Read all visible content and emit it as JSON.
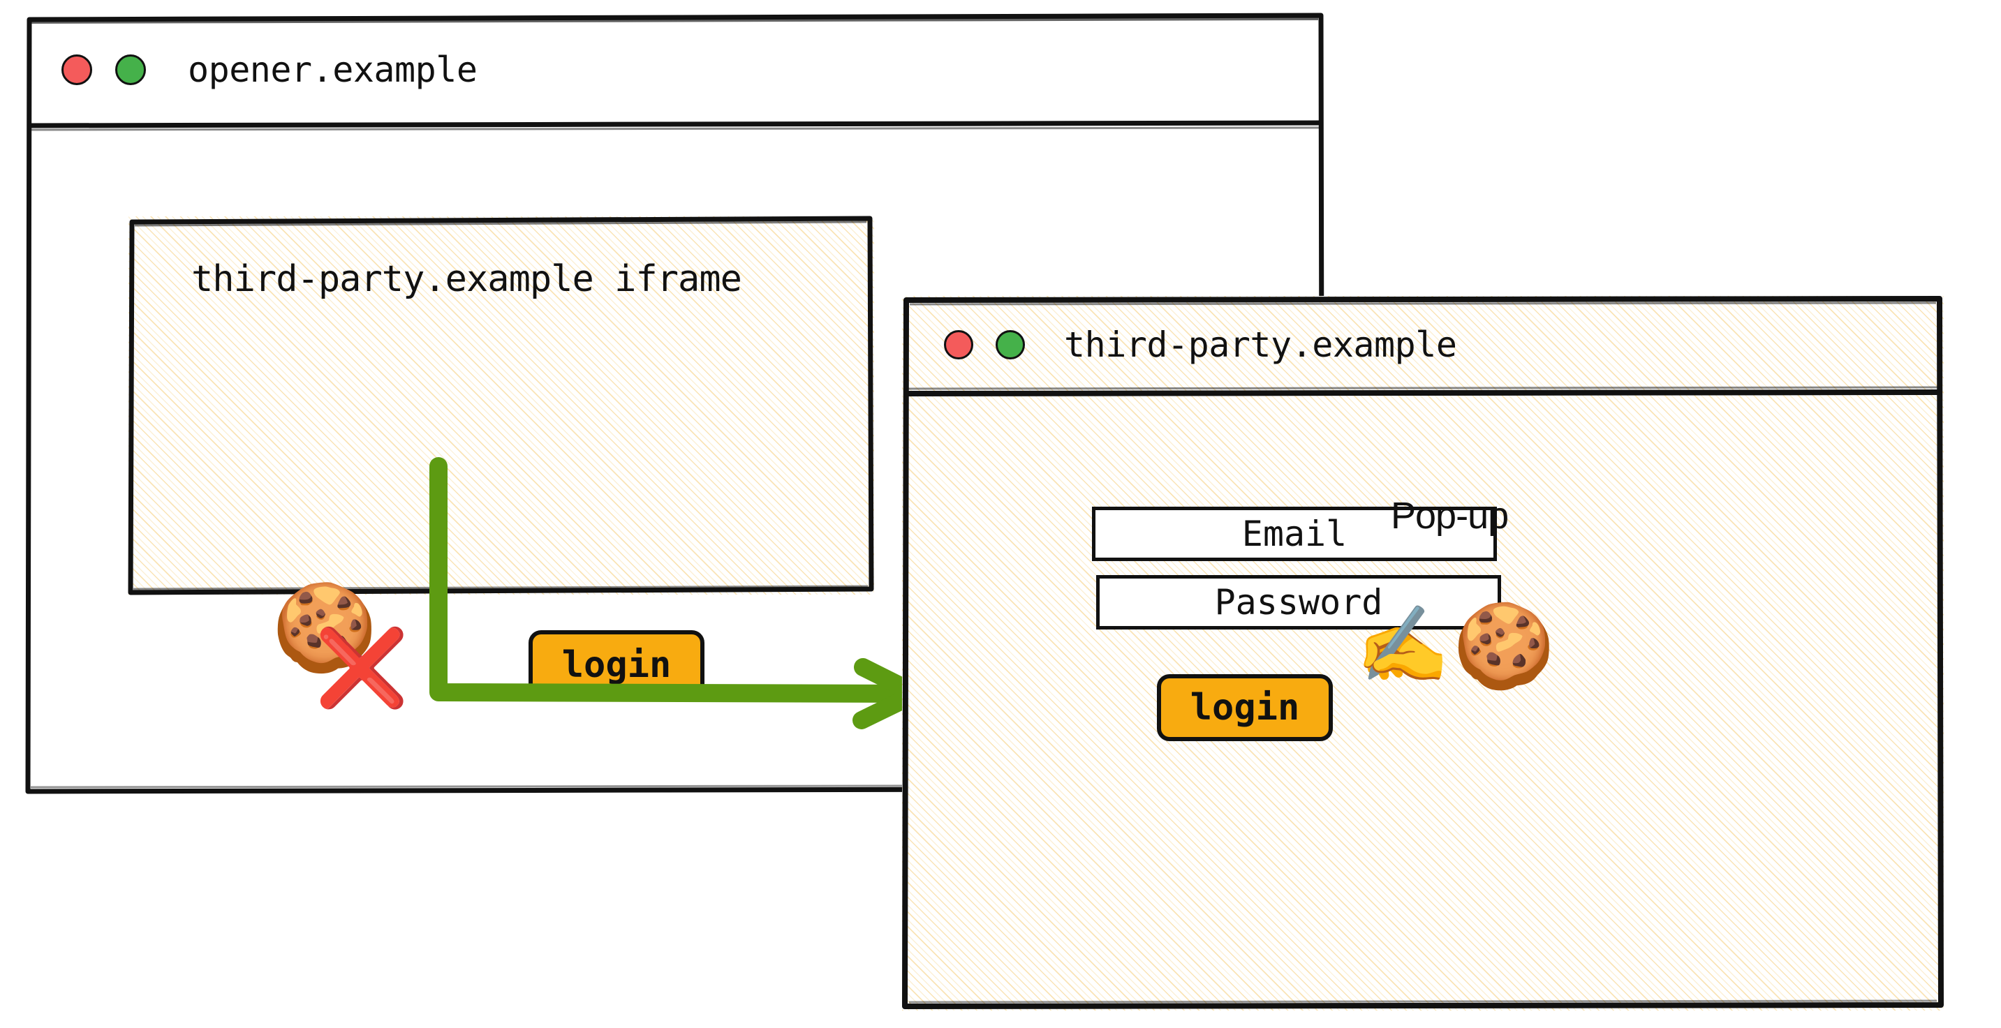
{
  "opener_window": {
    "title": "opener.example",
    "controls": [
      {
        "name": "close-dot",
        "color": "#F45B5B"
      },
      {
        "name": "maximize-dot",
        "color": "#45B14A"
      }
    ],
    "iframe": {
      "label": "third-party.example iframe",
      "cookie_icon": "🍪",
      "blocked_icon": "❌",
      "login_button": "login"
    }
  },
  "flow": {
    "arrow_color": "#5D9B12",
    "arrow_name": "login-opens-popup-arrow"
  },
  "popup_window": {
    "title": "third-party.example",
    "annotation": "Pop-up",
    "controls": [
      {
        "name": "close-dot",
        "color": "#F45B5B"
      },
      {
        "name": "maximize-dot",
        "color": "#45B14A"
      }
    ],
    "form": {
      "email_label": "Email",
      "password_label": "Password",
      "login_button": "login"
    },
    "sign_in_icon": "✍️",
    "cookie_icon": "🍪"
  },
  "theme": {
    "accent_orange": "#F8AB10",
    "ink": "#111111",
    "hatch_amber": "#F5CD78",
    "arrow_green": "#5D9B12",
    "dot_red": "#F45B5B",
    "dot_green": "#45B14A"
  }
}
